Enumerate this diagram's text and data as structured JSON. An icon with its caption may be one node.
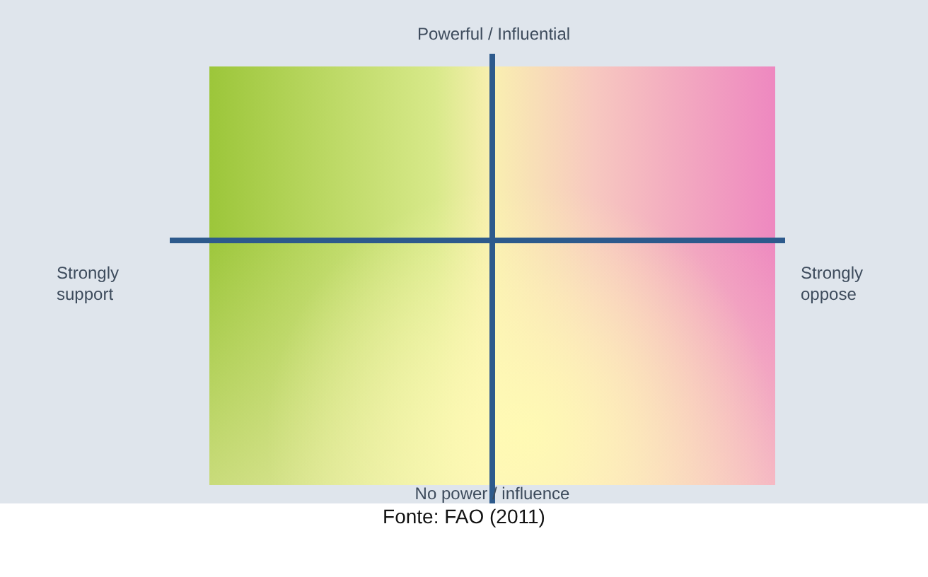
{
  "diagram": {
    "caption": "Fonte: FAO (2011)",
    "labels": [
      "Powerful / Influential",
      "Strongly support",
      "Strongly oppose",
      "No power / influence"
    ]
  }
}
